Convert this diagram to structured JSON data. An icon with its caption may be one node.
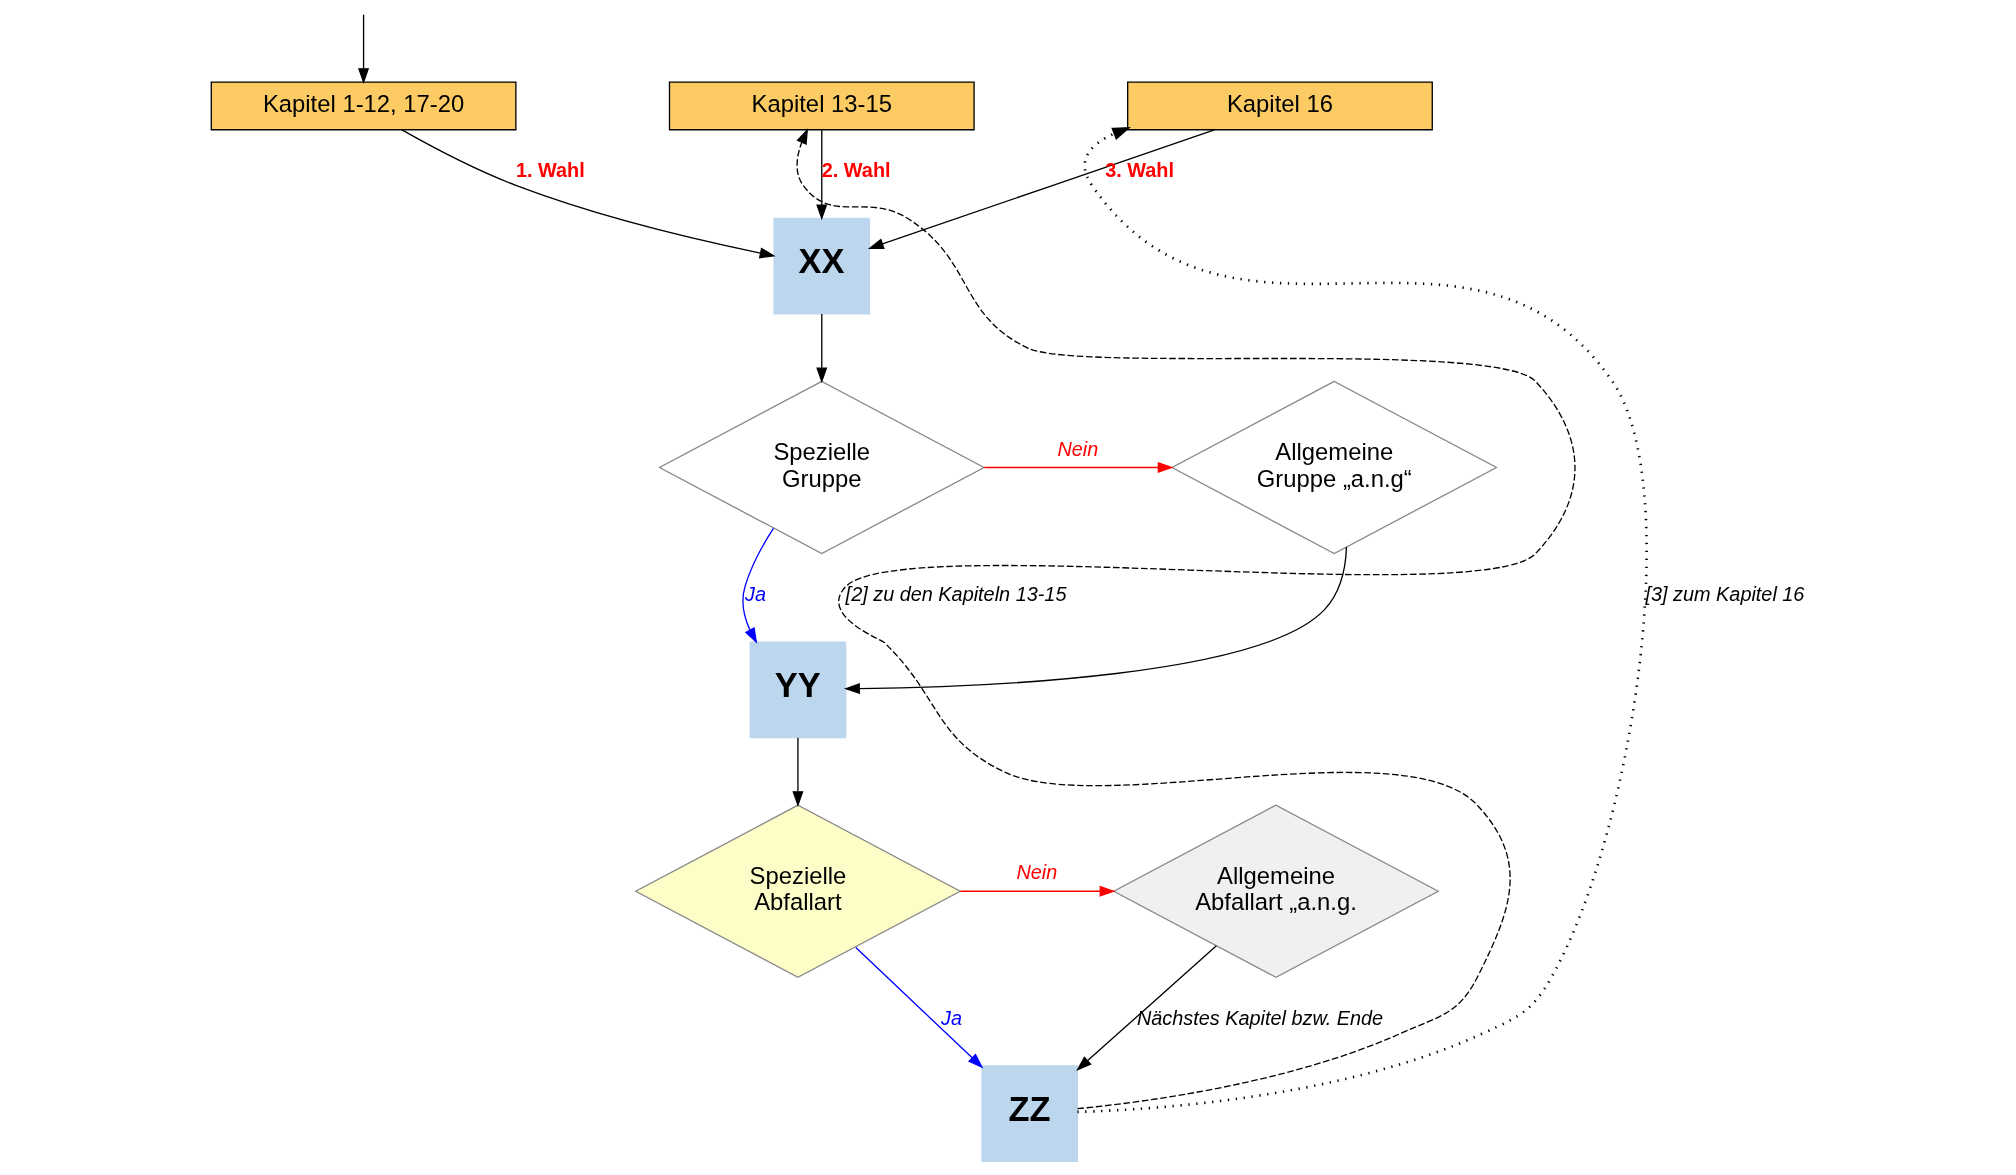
{
  "diagram": {
    "nodes": [
      {
        "text": [
          "Kapitel 1-12, 17-20"
        ]
      },
      {
        "text": [
          "Kapitel 13-15"
        ]
      },
      {
        "text": [
          "Kapitel 16"
        ]
      },
      {
        "text": [
          "XX"
        ]
      },
      {
        "text": [
          "Spezielle Gruppe"
        ]
      },
      {
        "text": [
          "Allgemeine Gruppe „a.n.g“"
        ]
      },
      {
        "text": [
          "YY"
        ]
      },
      {
        "text": [
          "Spezielle Abfallart"
        ]
      },
      {
        "text": [
          "Allgemeine Abfallart „a.n.g."
        ]
      },
      {
        "text": [
          "ZZ"
        ]
      }
    ],
    "edges": [
      {
        "from": null,
        "to": 0,
        "arrow": "to"
      },
      {
        "from": 0,
        "to": 3,
        "arrow": "to",
        "label": "1. Wahl"
      },
      {
        "from": 1,
        "to": 3,
        "arrow": "to",
        "label": "2. Wahl"
      },
      {
        "from": 2,
        "to": 3,
        "arrow": "to",
        "label": "3. Wahl"
      },
      {
        "from": 3,
        "to": 4,
        "arrow": "to"
      },
      {
        "from": 4,
        "to": 5,
        "arrow": "to",
        "label": "Nein",
        "color": "#ff0000"
      },
      {
        "from": 4,
        "to": 6,
        "arrow": "to",
        "label": "Ja",
        "color": "#0000ff"
      },
      {
        "from": 5,
        "to": 6,
        "arrow": "to"
      },
      {
        "from": 6,
        "to": 7,
        "arrow": "to"
      },
      {
        "from": 7,
        "to": 8,
        "arrow": "to",
        "label": "Nein",
        "color": "#ff0000"
      },
      {
        "from": 7,
        "to": 9,
        "arrow": "to",
        "label": "Ja",
        "color": "#0000ff"
      },
      {
        "from": 8,
        "to": 9,
        "arrow": "to",
        "label": "Nächstes Kapitel bzw. Ende"
      },
      {
        "from": 9,
        "to": 1,
        "arrow": "to",
        "style": "dashed",
        "label": "[2] zu den Kapiteln 13-15"
      },
      {
        "from": 9,
        "to": 2,
        "arrow": "to",
        "style": "dashed",
        "label": "[3] zum Kapitel 16"
      }
    ]
  }
}
